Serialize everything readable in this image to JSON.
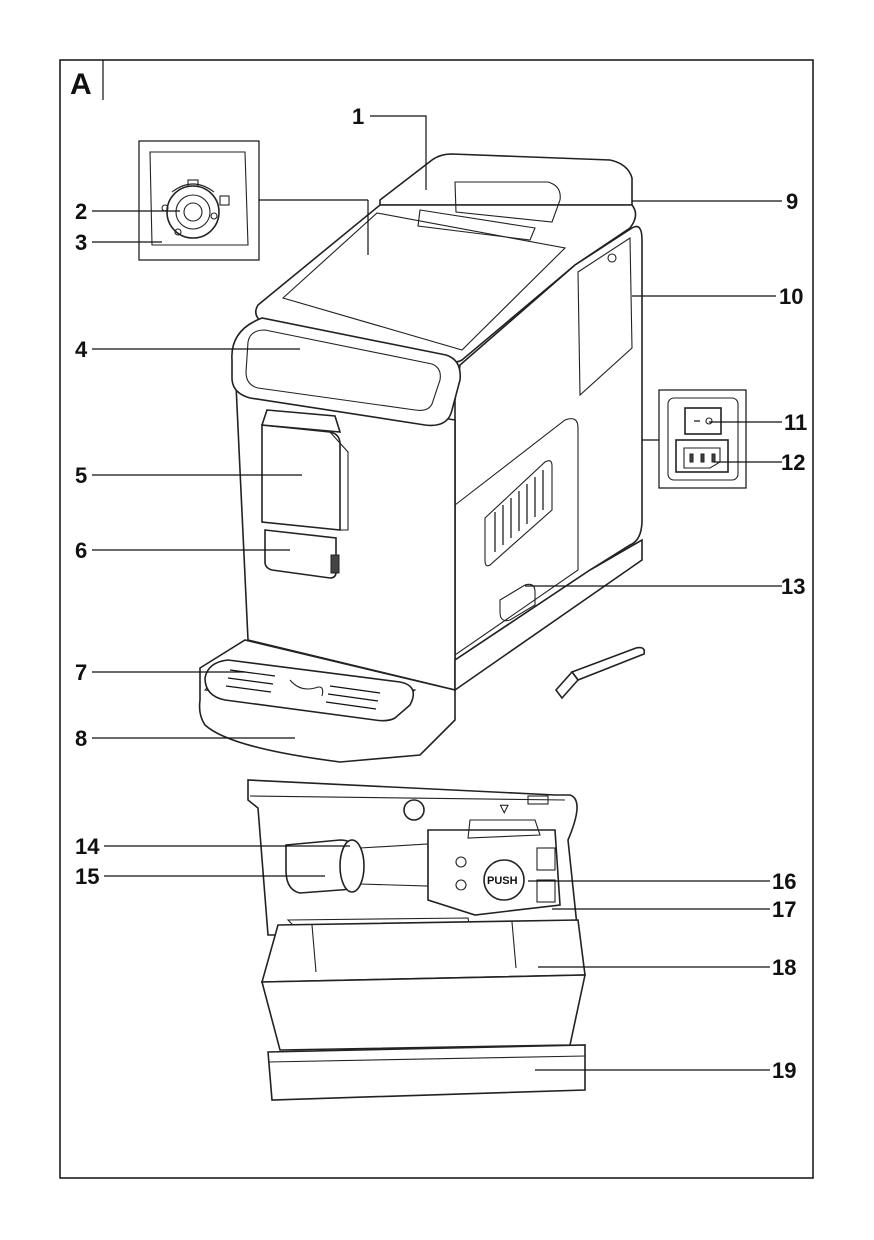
{
  "figure": {
    "corner_label": "A",
    "push_label": "PUSH",
    "callouts": [
      {
        "id": "1",
        "text": "1"
      },
      {
        "id": "2",
        "text": "2"
      },
      {
        "id": "3",
        "text": "3"
      },
      {
        "id": "4",
        "text": "4"
      },
      {
        "id": "5",
        "text": "5"
      },
      {
        "id": "6",
        "text": "6"
      },
      {
        "id": "7",
        "text": "7"
      },
      {
        "id": "8",
        "text": "8"
      },
      {
        "id": "9",
        "text": "9"
      },
      {
        "id": "10",
        "text": "10"
      },
      {
        "id": "11",
        "text": "11"
      },
      {
        "id": "12",
        "text": "12"
      },
      {
        "id": "13",
        "text": "13"
      },
      {
        "id": "14",
        "text": "14"
      },
      {
        "id": "15",
        "text": "15"
      },
      {
        "id": "16",
        "text": "16"
      },
      {
        "id": "17",
        "text": "17"
      },
      {
        "id": "18",
        "text": "18"
      },
      {
        "id": "19",
        "text": "19"
      }
    ]
  },
  "colors": {
    "ink": "#111111",
    "paper": "#ffffff"
  }
}
